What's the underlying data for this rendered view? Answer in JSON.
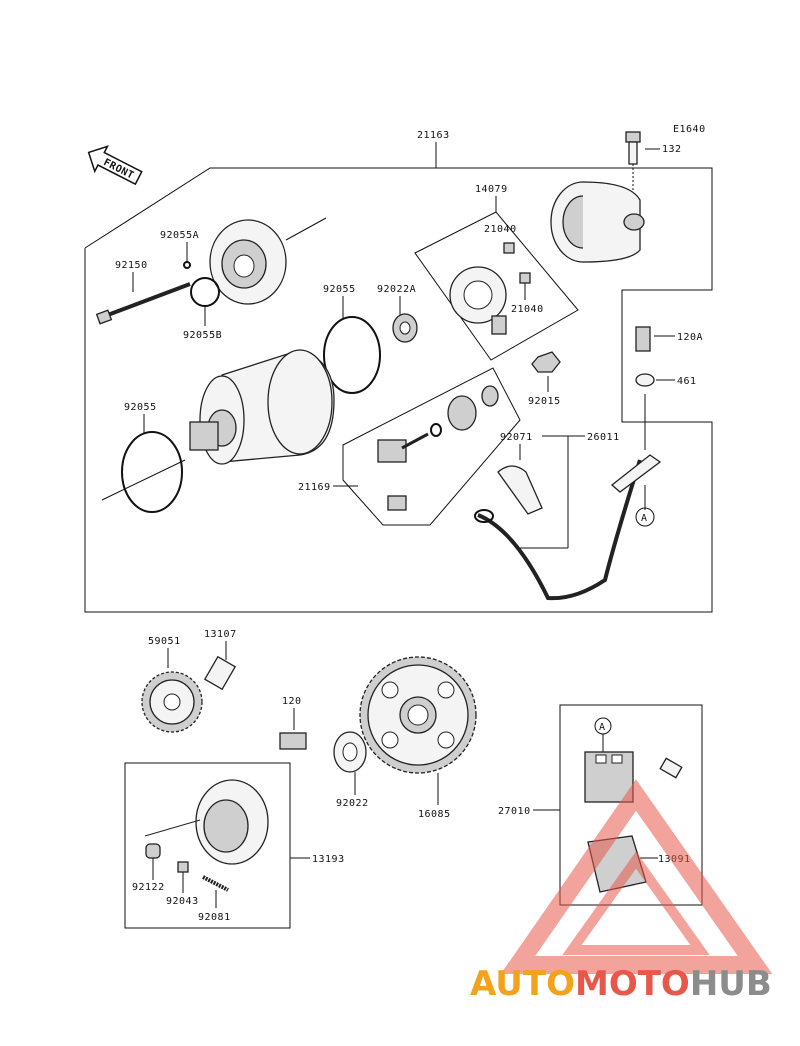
{
  "diagram": {
    "code": "E1640",
    "front_label": "FRONT",
    "callout_a": "A",
    "callout_a2": "A",
    "parts": {
      "p21163": "21163",
      "p132": "132",
      "p14079": "14079",
      "p21040a": "21040",
      "p21040b": "21040",
      "p92055A": "92055A",
      "p92150": "92150",
      "p92055B": "92055B",
      "p92055a": "92055",
      "p92022A": "92022A",
      "p120A": "120A",
      "p461": "461",
      "p92015": "92015",
      "p92055b": "92055",
      "p92071": "92071",
      "p26011": "26011",
      "p21169": "21169",
      "p59051": "59051",
      "p13107": "13107",
      "p120": "120",
      "p92022": "92022",
      "p16085": "16085",
      "p27010": "27010",
      "p13091": "13091",
      "p13193": "13193",
      "p92122": "92122",
      "p92043": "92043",
      "p92081": "92081"
    }
  },
  "watermark": {
    "part1": "AUTO",
    "part2": "MOTO",
    "part3": "HUB"
  }
}
